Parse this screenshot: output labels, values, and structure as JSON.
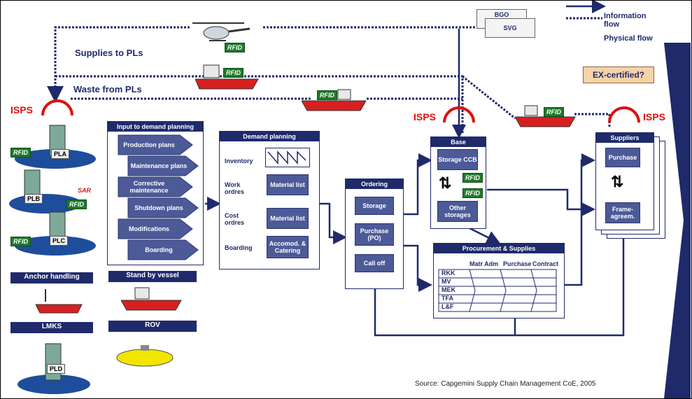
{
  "top": {
    "supplies_to_pls": "Supplies to PLs",
    "waste_from_pls": "Waste from PLs",
    "bgo": "BGO",
    "svg_label": "SVG",
    "information_flow": "Information flow",
    "physical_flow": "Physical flow",
    "ex_certified": "EX-certified?",
    "rfid": "RFID",
    "isps": "ISPS",
    "sar": "SAR"
  },
  "platforms": [
    "PLA",
    "PLB",
    "PLC",
    "PLD"
  ],
  "left_boxes": {
    "anchor_handling": "Anchor  handling",
    "lmks": "LMKS",
    "stand_by_vessel": "Stand by vessel",
    "rov": "ROV"
  },
  "input_panel": {
    "title": "Input to demand planning",
    "items": [
      "Production plans",
      "Maintenance plans",
      "Corrective maintenance",
      "Shutdown plans",
      "Modifications",
      "Boarding"
    ]
  },
  "demand_panel": {
    "title": "Demand planning",
    "rows": [
      {
        "label": "Inventory",
        "box": ""
      },
      {
        "label": "Work ordres",
        "box": "Material list"
      },
      {
        "label": "Cost ordres",
        "box": "Material list"
      },
      {
        "label": "Boarding",
        "box": "Accomod. & Catering"
      }
    ]
  },
  "ordering_panel": {
    "title": "Ordering",
    "items": [
      "Storage",
      "Purchase (PO)",
      "Call off"
    ]
  },
  "base_panel": {
    "title": "Base",
    "storage": "Storage CCB",
    "other": "Other storages"
  },
  "procurement_panel": {
    "title": "Procurement & Supplies",
    "columns": [
      "Matr Adm",
      "Purchase",
      "Contract"
    ],
    "rows": [
      "RKK",
      "MV",
      "MEK",
      "TFA",
      "L&F"
    ]
  },
  "suppliers_panel": {
    "title": "Suppliers",
    "purchase": "Purchase",
    "frame": "Frame-agreem."
  },
  "source": "Source: Capgemini Supply Chain Management CoE, 2005",
  "colors": {
    "navy": "#1f2a6b",
    "box": "#4c5a98",
    "rfid": "#1f7a2a",
    "isps": "#e01010",
    "ex_bg": "#f6d2a8"
  }
}
